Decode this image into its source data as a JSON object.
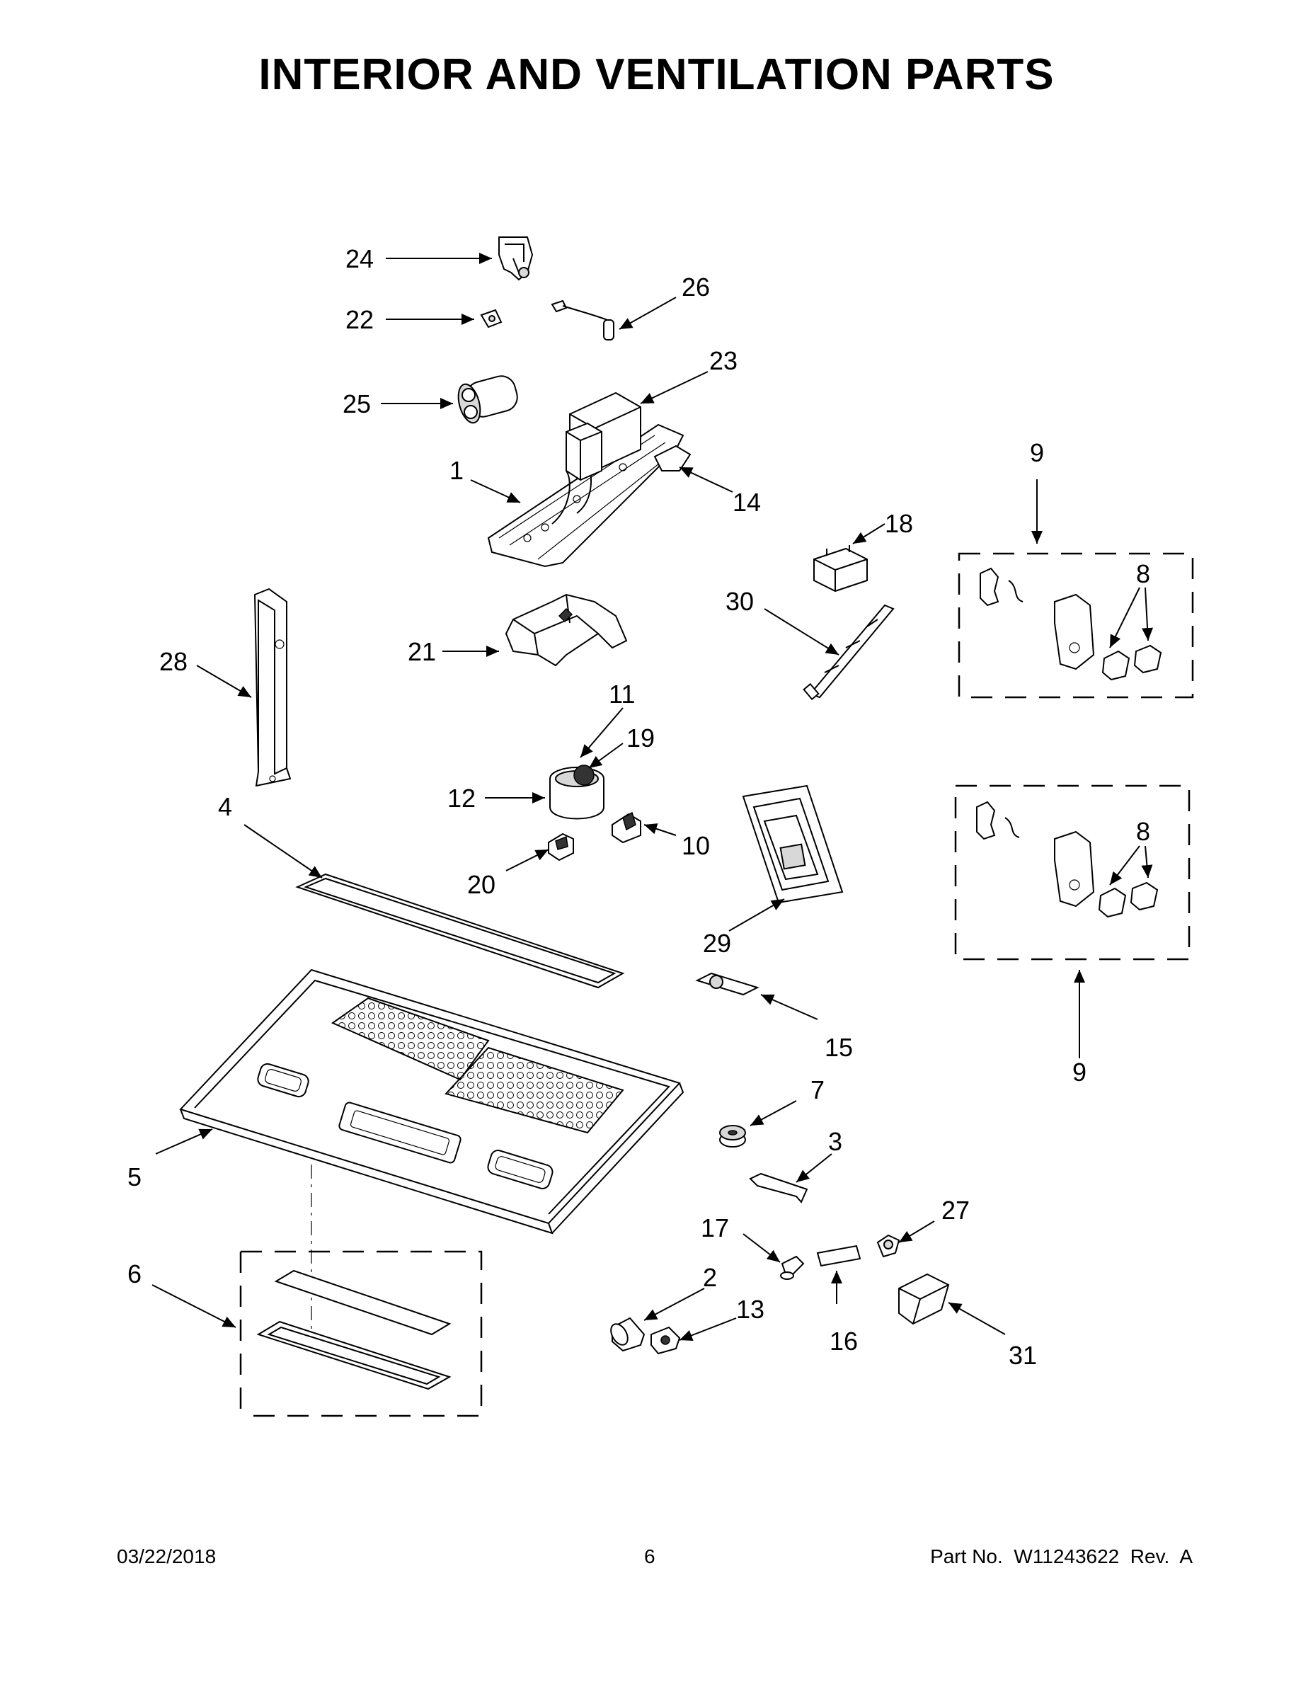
{
  "title": "INTERIOR AND VENTILATION PARTS",
  "callouts": {
    "c1": "1",
    "c2": "2",
    "c3": "3",
    "c4": "4",
    "c5": "5",
    "c6": "6",
    "c7": "7",
    "c8a": "8",
    "c8b": "8",
    "c9a": "9",
    "c9b": "9",
    "c10": "10",
    "c11": "11",
    "c12": "12",
    "c13": "13",
    "c14": "14",
    "c15": "15",
    "c16": "16",
    "c17": "17",
    "c18": "18",
    "c19": "19",
    "c20": "20",
    "c21": "21",
    "c22": "22",
    "c23": "23",
    "c24": "24",
    "c25": "25",
    "c26": "26",
    "c27": "27",
    "c28": "28",
    "c29": "29",
    "c30": "30",
    "c31": "31"
  },
  "footer": {
    "date": "03/22/2018",
    "page": "6",
    "part": "Part No.  W11243622  Rev.  A"
  }
}
